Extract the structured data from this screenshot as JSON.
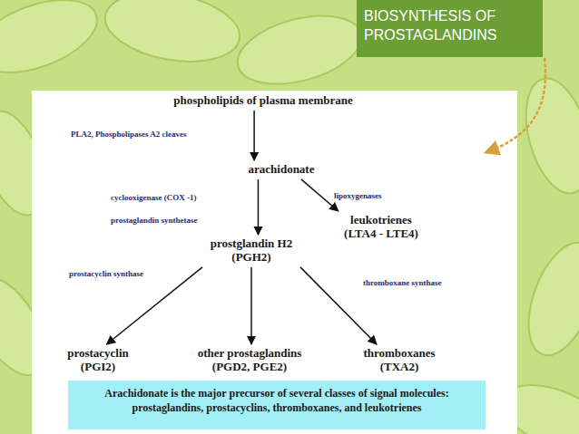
{
  "diagram": {
    "title": "BIOSYNTHESIS OF PROSTAGLANDINS",
    "nodes": [
      {
        "text": [
          "phospholipids of plasma membrane"
        ]
      },
      {
        "text": [
          "arachidonate"
        ]
      },
      {
        "text": [
          "prostglandin H2 (PGH2)"
        ]
      },
      {
        "text": [
          "leukotrienes (LTA4 - LTE4)"
        ]
      },
      {
        "text": [
          "prostacyclin (PGI2)"
        ]
      },
      {
        "text": [
          "other prostaglandins (PGD2, PGE2)"
        ]
      },
      {
        "text": [
          "thromboxanes (TXA2)"
        ]
      },
      {
        "text": [
          "Arachidonate is the major precursor of several classes of signal molecules: prostaglandins, prostacyclins, thromboxanes, and leukotrienes"
        ]
      }
    ],
    "edges": [
      {
        "from": 0,
        "to": 1,
        "arrow": "to",
        "label": "PLA2, Phospholipases A2 cleaves"
      },
      {
        "from": 1,
        "to": 2,
        "arrow": "to",
        "label": "cyclooxigenase (COX -1)"
      },
      {
        "from": 1,
        "to": 3,
        "arrow": "to",
        "label": "lipoxygenases"
      },
      {
        "from": 2,
        "to": 4,
        "arrow": "to",
        "label": "prostacyclin synthase"
      },
      {
        "from": 2,
        "to": 5,
        "arrow": "to"
      },
      {
        "from": 2,
        "to": 6,
        "arrow": "to",
        "label": "thromboxane synthase"
      }
    ],
    "labels": [
      "prostaglandin synthetase"
    ]
  }
}
